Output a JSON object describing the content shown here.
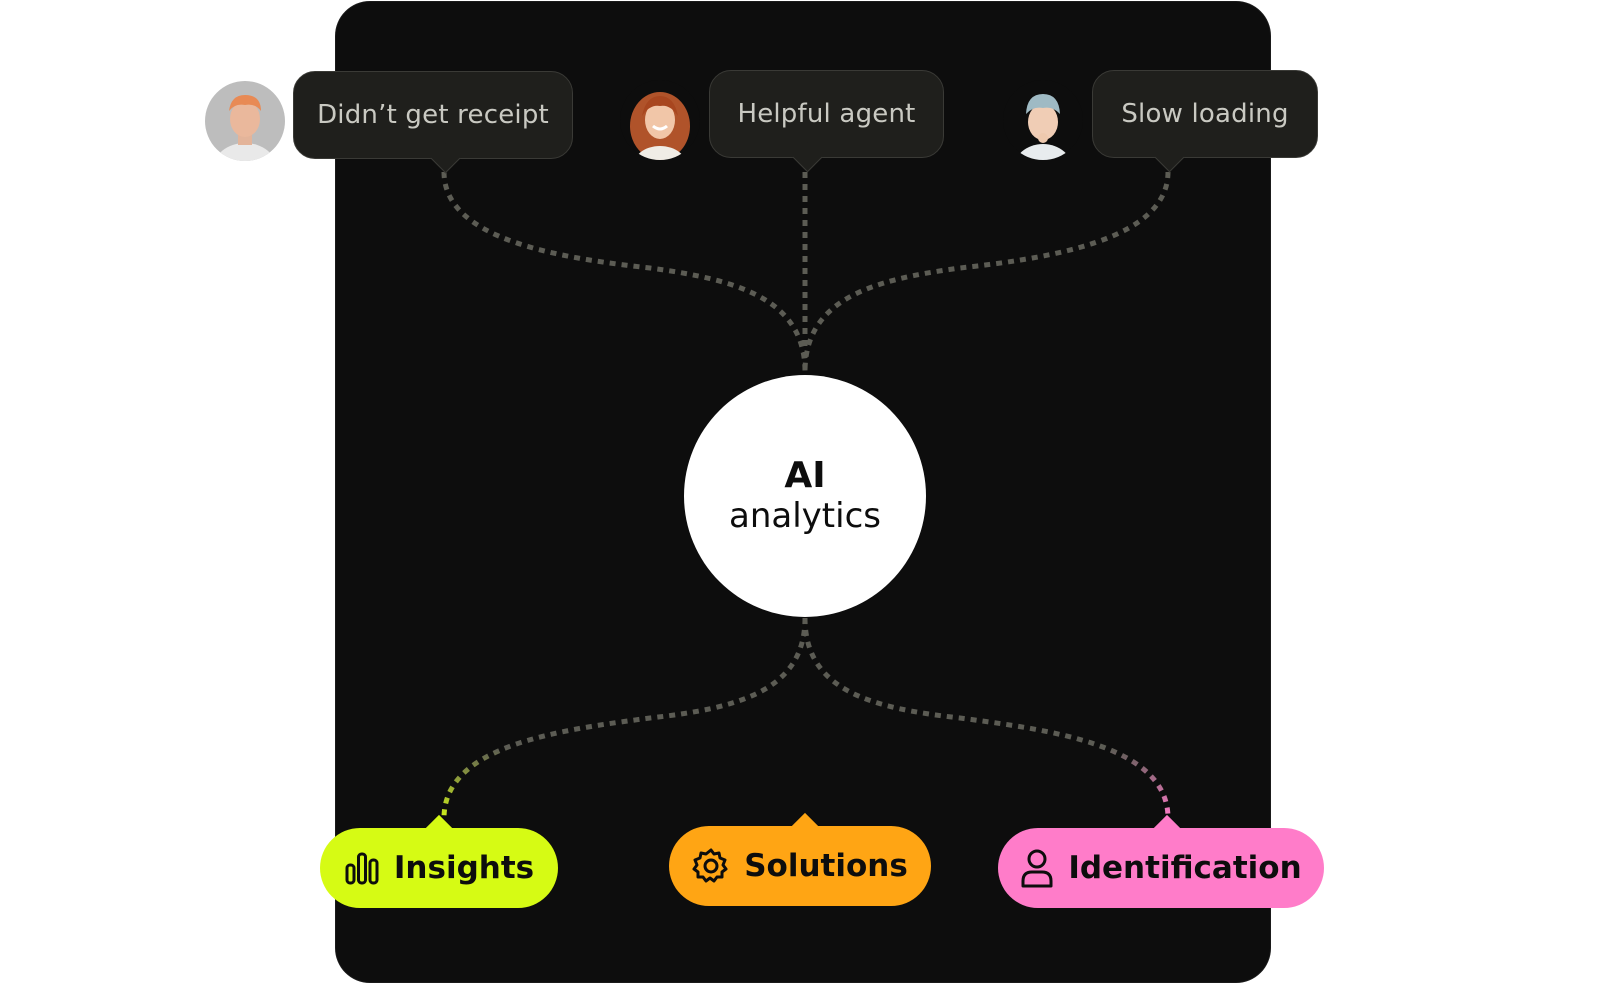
{
  "feedback": [
    {
      "label": "Didn’t get receipt",
      "avatar": "person-avatar"
    },
    {
      "label": "Helpful agent",
      "avatar": "person-avatar"
    },
    {
      "label": "Slow loading",
      "avatar": "person-avatar"
    }
  ],
  "hub": {
    "title": "AI",
    "subtitle": "analytics"
  },
  "outputs": [
    {
      "label": "Insights",
      "icon": "bar-chart-icon",
      "color": "#d6fb14"
    },
    {
      "label": "Solutions",
      "icon": "gear-icon",
      "color": "#ffa514"
    },
    {
      "label": "Identification",
      "icon": "user-icon",
      "color": "#ff7cc9"
    }
  ]
}
